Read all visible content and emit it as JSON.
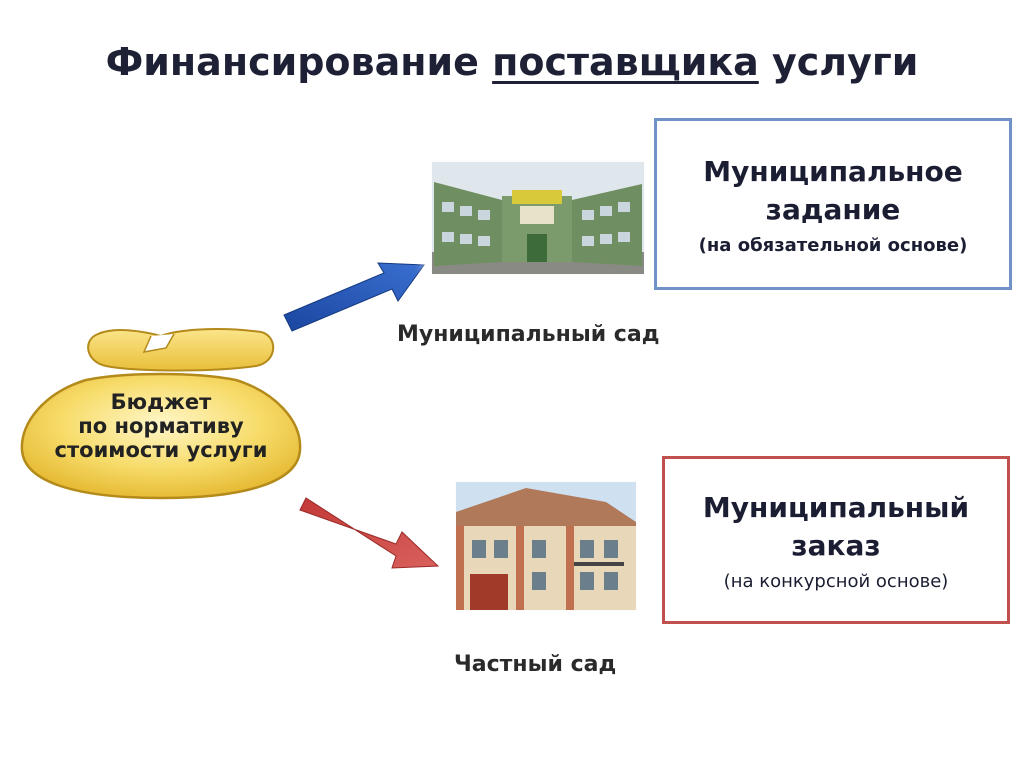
{
  "title": {
    "part1": "Финансирование ",
    "part2": "поставщика",
    "part3": " услуги"
  },
  "budget": {
    "line1": "Бюджет",
    "line2": "по нормативу",
    "line3": "стоимости услуги"
  },
  "municipal": {
    "caption": "Муниципальный сад",
    "box_line1": "Муниципальное",
    "box_line2": "задание",
    "box_note": "(на обязательной основе)"
  },
  "private": {
    "caption": "Частный сад",
    "box_line1": "Муниципальный",
    "box_line2": "заказ",
    "box_note": "(на конкурсной основе)"
  },
  "colors": {
    "blue_arrow": "#1f4fa8",
    "red_arrow": "#c43c3a",
    "bag_fill": "#f5d35a",
    "blue_border": "#6f93c8",
    "red_border": "#c0504d"
  }
}
